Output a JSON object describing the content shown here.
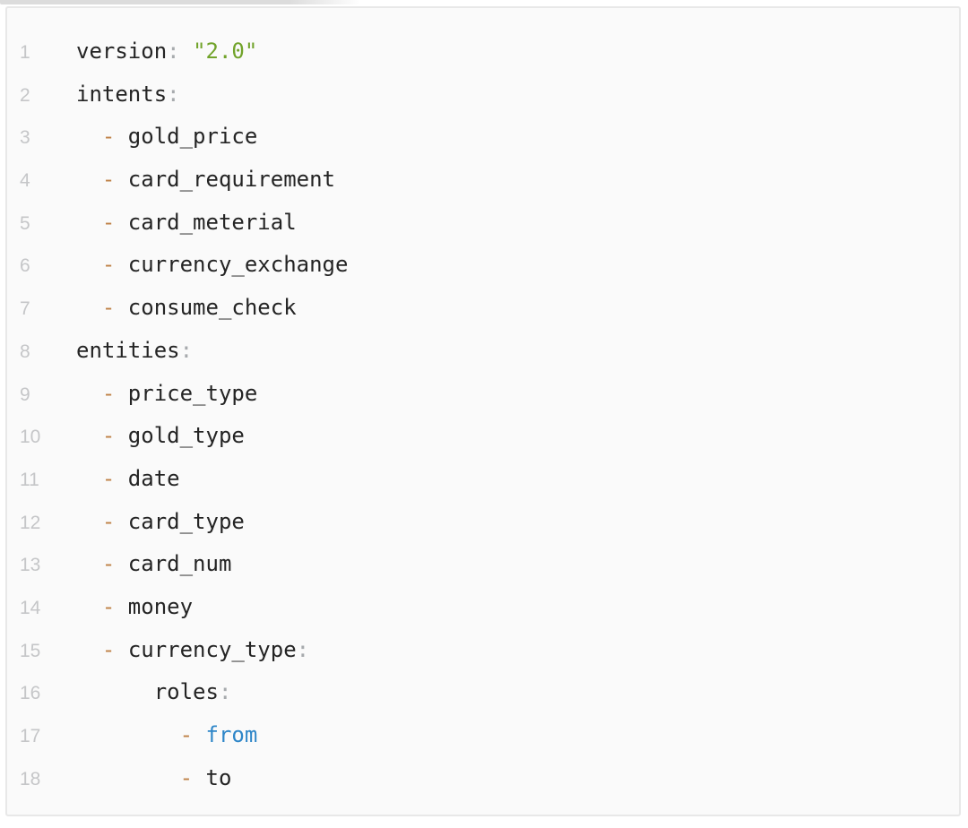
{
  "colors": {
    "page-bg": "#ffffff",
    "editor-bg": "#fafafa",
    "editor-border": "#e8e8e8",
    "line-number": "#c5c6c8",
    "code-default": "#242424",
    "punctuation": "#a7aaad",
    "dash": "#bf8147",
    "string": "#71a32a",
    "keyword": "#2e86c8",
    "top-strip": "#dcdcdc"
  },
  "editor": {
    "language": "yaml",
    "lines": [
      {
        "num": "1",
        "tokens": [
          {
            "type": "key",
            "text": "version"
          },
          {
            "type": "punct",
            "text": ":"
          },
          {
            "type": "plain",
            "text": " "
          },
          {
            "type": "string",
            "text": "\"2.0\""
          }
        ]
      },
      {
        "num": "2",
        "tokens": [
          {
            "type": "key",
            "text": "intents"
          },
          {
            "type": "punct",
            "text": ":"
          }
        ]
      },
      {
        "num": "3",
        "tokens": [
          {
            "type": "plain",
            "text": "  "
          },
          {
            "type": "dash",
            "text": "-"
          },
          {
            "type": "plain",
            "text": " gold_price"
          }
        ]
      },
      {
        "num": "4",
        "tokens": [
          {
            "type": "plain",
            "text": "  "
          },
          {
            "type": "dash",
            "text": "-"
          },
          {
            "type": "plain",
            "text": " card_requirement"
          }
        ]
      },
      {
        "num": "5",
        "tokens": [
          {
            "type": "plain",
            "text": "  "
          },
          {
            "type": "dash",
            "text": "-"
          },
          {
            "type": "plain",
            "text": " card_meterial"
          }
        ]
      },
      {
        "num": "6",
        "tokens": [
          {
            "type": "plain",
            "text": "  "
          },
          {
            "type": "dash",
            "text": "-"
          },
          {
            "type": "plain",
            "text": " currency_exchange"
          }
        ]
      },
      {
        "num": "7",
        "tokens": [
          {
            "type": "plain",
            "text": "  "
          },
          {
            "type": "dash",
            "text": "-"
          },
          {
            "type": "plain",
            "text": " consume_check"
          }
        ]
      },
      {
        "num": "8",
        "tokens": [
          {
            "type": "key",
            "text": "entities"
          },
          {
            "type": "punct",
            "text": ":"
          }
        ]
      },
      {
        "num": "9",
        "tokens": [
          {
            "type": "plain",
            "text": "  "
          },
          {
            "type": "dash",
            "text": "-"
          },
          {
            "type": "plain",
            "text": " price_type"
          }
        ]
      },
      {
        "num": "10",
        "tokens": [
          {
            "type": "plain",
            "text": "  "
          },
          {
            "type": "dash",
            "text": "-"
          },
          {
            "type": "plain",
            "text": " gold_type"
          }
        ]
      },
      {
        "num": "11",
        "tokens": [
          {
            "type": "plain",
            "text": "  "
          },
          {
            "type": "dash",
            "text": "-"
          },
          {
            "type": "plain",
            "text": " date"
          }
        ]
      },
      {
        "num": "12",
        "tokens": [
          {
            "type": "plain",
            "text": "  "
          },
          {
            "type": "dash",
            "text": "-"
          },
          {
            "type": "plain",
            "text": " card_type"
          }
        ]
      },
      {
        "num": "13",
        "tokens": [
          {
            "type": "plain",
            "text": "  "
          },
          {
            "type": "dash",
            "text": "-"
          },
          {
            "type": "plain",
            "text": " card_num"
          }
        ]
      },
      {
        "num": "14",
        "tokens": [
          {
            "type": "plain",
            "text": "  "
          },
          {
            "type": "dash",
            "text": "-"
          },
          {
            "type": "plain",
            "text": " money"
          }
        ]
      },
      {
        "num": "15",
        "tokens": [
          {
            "type": "plain",
            "text": "  "
          },
          {
            "type": "dash",
            "text": "-"
          },
          {
            "type": "plain",
            "text": " "
          },
          {
            "type": "key",
            "text": "currency_type"
          },
          {
            "type": "punct",
            "text": ":"
          }
        ]
      },
      {
        "num": "16",
        "tokens": [
          {
            "type": "plain",
            "text": "      "
          },
          {
            "type": "key",
            "text": "roles"
          },
          {
            "type": "punct",
            "text": ":"
          }
        ]
      },
      {
        "num": "17",
        "tokens": [
          {
            "type": "plain",
            "text": "        "
          },
          {
            "type": "dash",
            "text": "-"
          },
          {
            "type": "plain",
            "text": " "
          },
          {
            "type": "keyword",
            "text": "from"
          }
        ]
      },
      {
        "num": "18",
        "tokens": [
          {
            "type": "plain",
            "text": "        "
          },
          {
            "type": "dash",
            "text": "-"
          },
          {
            "type": "plain",
            "text": " to"
          }
        ]
      }
    ]
  }
}
